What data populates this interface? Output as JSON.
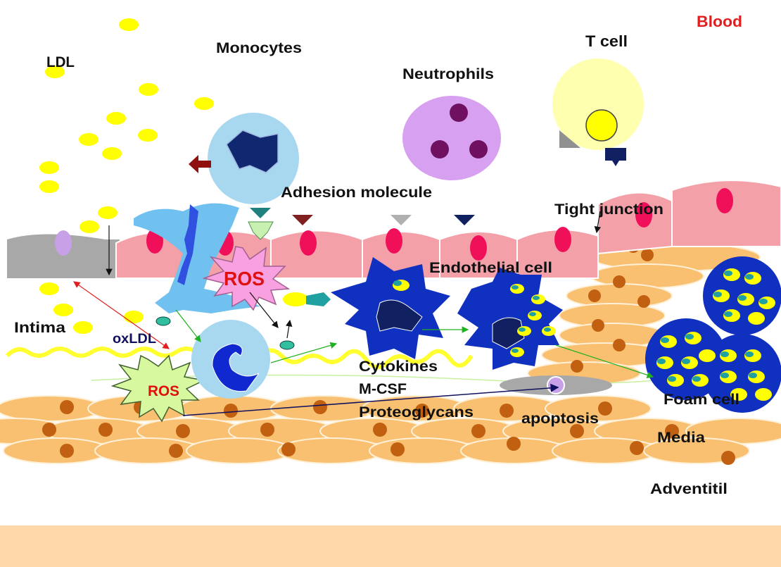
{
  "labels": {
    "blood": "Blood",
    "ldl": "LDL",
    "monocytes": "Monocytes",
    "t_cell": "T cell",
    "neutrophils": "Neutrophils",
    "adhesion_molecule": "Adhesion molecule",
    "tight_junction": "Tight junction",
    "endothelial_cell": "Endothelial cell",
    "intima": "Intima",
    "oxldl": "oxLDL",
    "ros_upper": "ROS",
    "ros_lower": "ROS",
    "cytokines": "Cytokines",
    "mcsf": "M-CSF",
    "proteoglycans": "Proteoglycans",
    "apoptosis": "apoptosis",
    "foam_cell": "Foam cell",
    "media": "Media",
    "adventitil": "Adventitil"
  },
  "colors": {
    "blood_label": "#e02020",
    "ros_text": "#e01010",
    "ldl": "#ffff00",
    "monocyte": "#a8d8f0",
    "macrophage": "#1030c0",
    "endothelium": "#f4a0a8",
    "nucleus_red": "#f0105a",
    "smooth_muscle": "#f8c070",
    "sm_nucleus": "#c06010",
    "neutrophil": "#d8a0f0",
    "t_cell": "#ffffb0",
    "footer_band": "#ffd7a8"
  }
}
